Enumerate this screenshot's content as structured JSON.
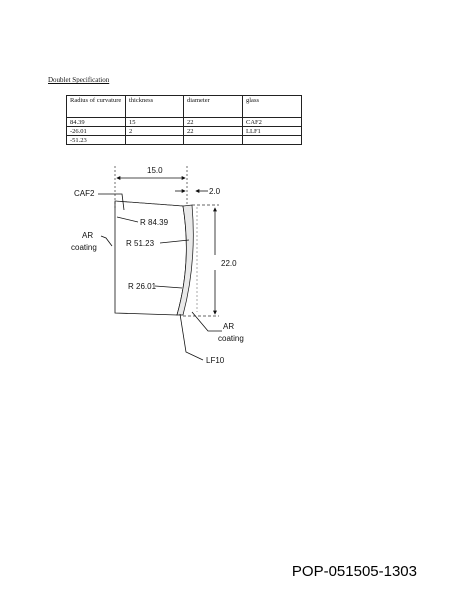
{
  "heading": "Doublet Specification",
  "table": {
    "headers": [
      "Radius of curvature",
      "thickness",
      "diameter",
      "glass"
    ],
    "rows": [
      [
        "84.39",
        "15",
        "22",
        "CAF2"
      ],
      [
        "-26.01",
        "2",
        "22",
        "LLF1"
      ],
      [
        "-51.23",
        "",
        "",
        ""
      ]
    ]
  },
  "diagram": {
    "dim_thickness_1": "15.0",
    "dim_thickness_2": "2.0",
    "dim_diameter": "22.0",
    "label_caf2": "CAF2",
    "label_r1": "R 84.39",
    "label_r3": "R 51.23",
    "label_r2": "R 26.01",
    "label_ar_left_1": "AR",
    "label_ar_left_2": "coating",
    "label_ar_right_1": "AR",
    "label_ar_right_2": "coating",
    "label_lf10": "LF10"
  },
  "doc_id": "POP-051505-1303"
}
